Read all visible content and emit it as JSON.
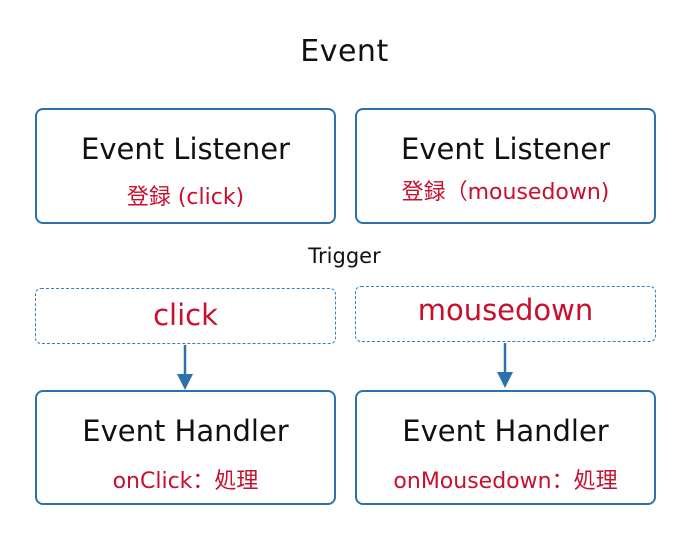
{
  "title": "Event",
  "listeners": [
    {
      "heading": "Event Listener",
      "sub": "登録 (click)"
    },
    {
      "heading": "Event Listener",
      "sub": "登録（mousedown)"
    }
  ],
  "trigger_label": "Trigger",
  "events": [
    {
      "name": "click"
    },
    {
      "name": "mousedown"
    }
  ],
  "handlers": [
    {
      "heading": "Event Handler",
      "sub": "onClick：処理"
    },
    {
      "heading": "Event Handler",
      "sub": "onMousedown：処理"
    }
  ],
  "colors": {
    "box_border": "#2b72ad",
    "accent_text": "#c8102e",
    "arrow": "#2b72ad"
  }
}
